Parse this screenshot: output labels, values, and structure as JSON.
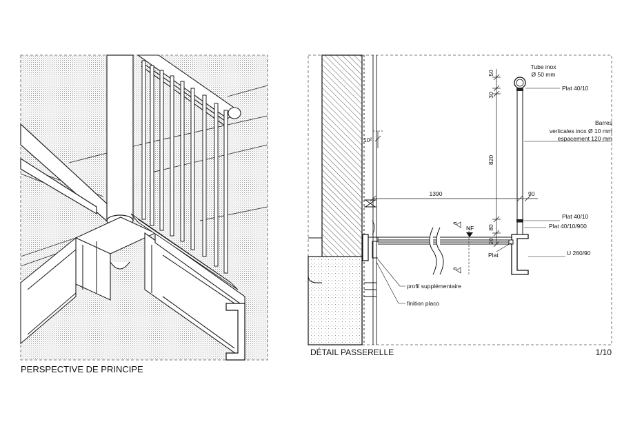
{
  "perspective": {
    "caption": "PERSPECTIVE DE PRINCIPE"
  },
  "detail": {
    "caption": "DÉTAIL PASSERELLE",
    "scale": "1/10",
    "labels": {
      "tube": "Tube inox",
      "tube_dia": "Ø 50 mm",
      "plat_top": "Plat  40/10",
      "barres_1": "Barres",
      "barres_2": "verticales inox Ø 10 mm",
      "barres_3": "espacement 120 mm",
      "plat_bottom": "Plat  40/10",
      "plat_900": "Plat 40/10/900",
      "plat": "Plat",
      "u_profile": "U 260/90",
      "nf": "NF",
      "profil": "profil supplémentaire",
      "finition": "finition placo",
      "section_a": "a"
    },
    "dimensions": {
      "d50": "50",
      "d30": "30",
      "d820": "820",
      "d80": "80",
      "d20": "20",
      "d1390": "1390",
      "d90": "90",
      "d102": "10²"
    }
  }
}
